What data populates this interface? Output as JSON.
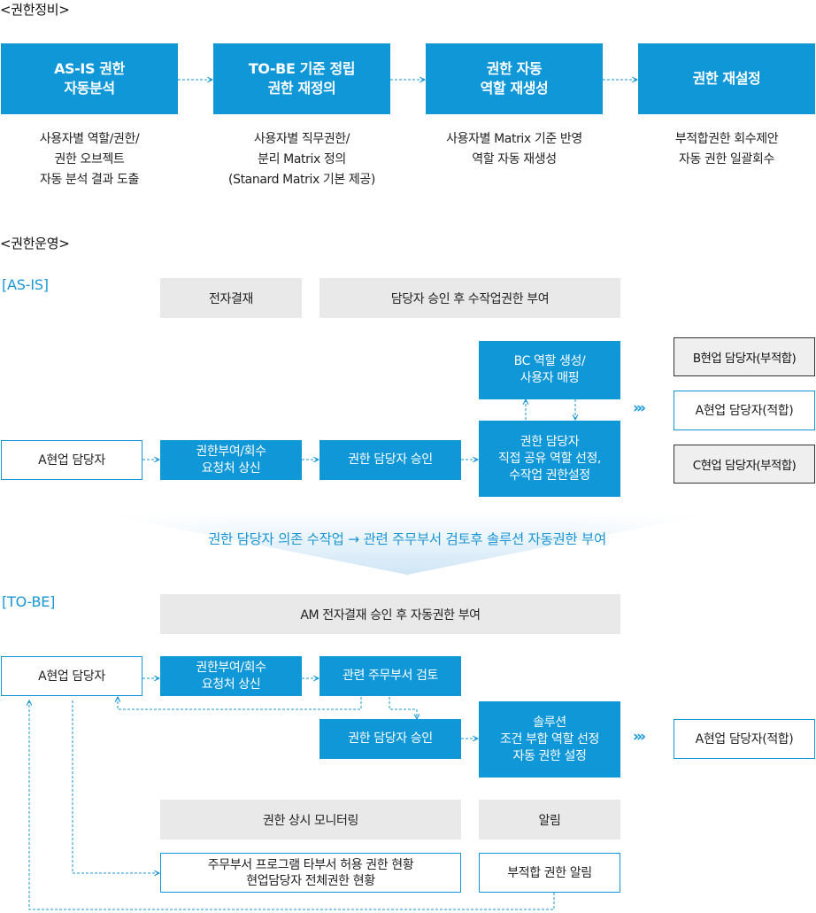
{
  "maintenance": {
    "heading": "<권한정비>",
    "steps": [
      {
        "title": "AS-IS 권한\n자동분석",
        "desc": "사용자별 역할/권한/\n권한 오브젝트\n자동 분석 결과 도출"
      },
      {
        "title": "TO-BE 기준 정립\n권한 재정의",
        "desc": "사용자별 직무권한/\n분리 Matrix 정의\n(Stanard Matrix 기본 제공)"
      },
      {
        "title": "권한 자동\n역할 재생성",
        "desc": "사용자별 Matrix 기준 반영\n역할 자동 재생성"
      },
      {
        "title": "권한 재설정",
        "desc": "부적합권한 회수제안\n자동 권한 일괄회수"
      }
    ]
  },
  "operation": {
    "heading": "<권한운영>",
    "asis": {
      "label": "[AS-IS]",
      "gray_1": "전자결재",
      "gray_2": "담당자 승인 후 수작업권한 부여",
      "requester": "A현업 담당자",
      "request": "권한부여/회수\n요청처 상신",
      "approve": "권한 담당자 승인",
      "bc": "BC 역할 생성/\n사용자 매핑",
      "manual": "권한 담당자\n직접 공유 역할 선정,\n수작업 권한설정",
      "chevron": "›››",
      "results": [
        "B현업 담당자(부적합)",
        "A현업 담당자(적합)",
        "C현업 담당자(부적합)"
      ]
    },
    "banner": "권한 담당자 의존 수작업 → 관련 주무부서 검토후 솔루션 자동권한 부여",
    "tobe": {
      "label": "[TO-BE]",
      "gray_1": "AM 전자결재 승인 후 자동권한 부여",
      "requester": "A현업 담당자",
      "request": "권한부여/회수\n요청처 상신",
      "review": "관련 주무부서 검토",
      "approve": "권한 담당자 승인",
      "solution": "솔루션\n조건 부합 역할 선정\n자동 권한 설정",
      "chevron": "›››",
      "result": "A현업 담당자(적합)",
      "gray_monitor": "권한 상시 모니터링",
      "gray_alert": "알림",
      "monitor": "주무부서 프로그램 타부서 허용 권한 현황\n현업담당자 전체권한 현황",
      "alert": "부적합 권한 알림"
    }
  }
}
